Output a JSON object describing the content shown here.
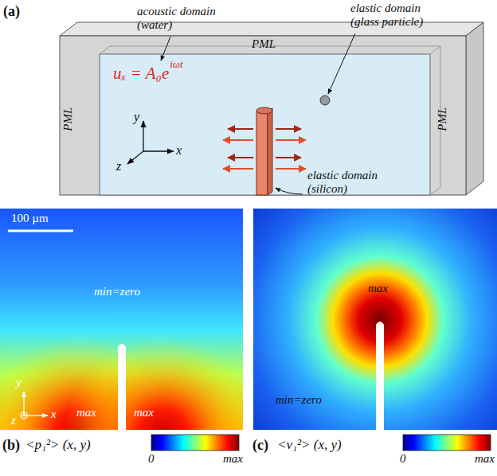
{
  "diagram": {
    "labels": [
      "(a)",
      "acoustic domain (water)",
      "elastic domain (glass particle)",
      "PML",
      "PML",
      "PML",
      "uₓ = A₀e",
      "iωt",
      "y",
      "z",
      "x",
      "elastic domain (silicon)",
      "100 µm",
      "min=zero",
      "max",
      "max",
      "y",
      "x",
      "z",
      "max",
      "min=zero",
      "(b)",
      "<p₁²> (x, y)",
      "0",
      "max",
      "(c)",
      "<v₁²> (x, y)",
      "0",
      "max"
    ]
  }
}
